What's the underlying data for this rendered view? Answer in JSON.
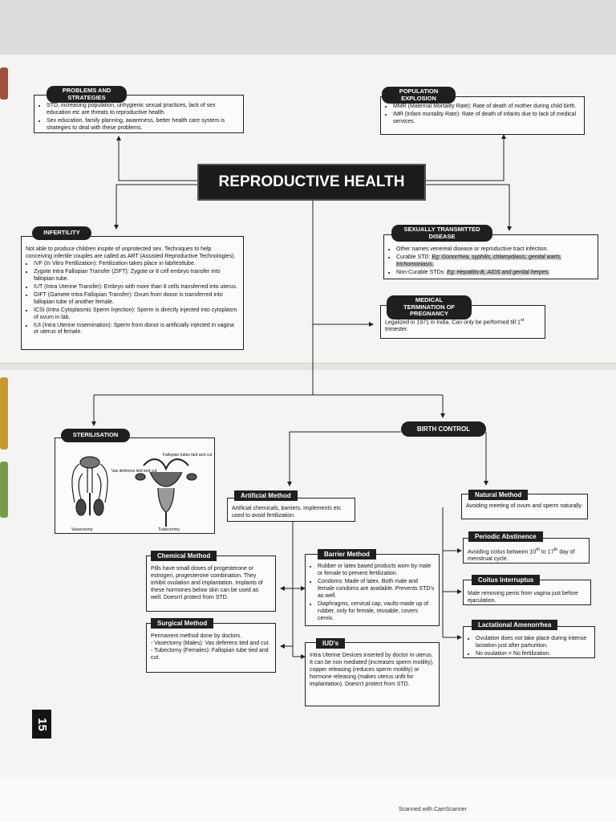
{
  "title": "REPRODUCTIVE HEALTH",
  "problems": {
    "label": "PROBLEMS AND STRATEGIES",
    "items": [
      "STD, increasing population, unhygienic sexual practices, lack of sex education etc are threats to reproductive health.",
      "Sex education, family planning, awareness, better health care system is strategies to deal with these problems."
    ]
  },
  "population": {
    "label": "POPULATION EXPLOSION",
    "items": [
      "MMR (Maternal Mortality Rate): Rate of death of mother during child birth.",
      "IMR (Infant mortality Rate): Rate of death of infants due to lack of medical services."
    ]
  },
  "infertility": {
    "label": "INFERTILITY",
    "intro": "Not able to produce children inspite of unprotected sex. Techniques to help conceiving infertile couples are called as ART (Assisted Reproductive Technologies).",
    "items": [
      "IVF (In Vitro Fertilization): Fertilization takes place in lab/testtube.",
      "Zygote Intra Fallopian Transfer (ZIFT): Zygote or 8 cell embryo transfer into fallopian tube.",
      "IUT (Intra Uterine Transfer): Embryo with more than 8 cells transferred into uterus.",
      "GIFT (Gamete Intra Fallopian Transfer): Ovum from donor is transferred into fallopian tube of another female.",
      "ICSI (Intra Cytoplasmic Sperm Injection): Sperm is directly injected into cytoplasm of ovum in lab.",
      "IUI (Intra Uterine Insemination): Sperm from donor is artificially injected in vagina or uterus of female."
    ]
  },
  "std": {
    "label": "SEXUALLY TRANSMITTED DISEASE",
    "item1": "Other names venereal disease or reproductive tract infection.",
    "item2_prefix": "Curable STD: ",
    "item2_examples": "Eg: Gonorrhea, syphilis, chlamydiasis, genital warts, trichomoniasis.",
    "item3_prefix": "Non-Curable STDs: ",
    "item3_examples": "Eg: Hepatitis-B, AIDS and genital herpes."
  },
  "mtp": {
    "label": "MEDICAL TERMINATION OF PREGNANCY",
    "text_pre": "Legalized in 1971 in India. Can only be performed till 1",
    "sup": "st",
    "text_post": " trimester."
  },
  "sterilisation": {
    "label": "STERILISATION",
    "vas_label": "Vas deferens tied and cut",
    "fallopian_label": "Fallopian tubes tied and cut",
    "vasectomy": "Vasectomy",
    "tubectomy": "Tubectomy"
  },
  "birth_control": {
    "label": "BIRTH CONTROL"
  },
  "artificial": {
    "label": "Artificial Method",
    "text": "Artificial chemicals, barriers, implements etc used to avoid fertilization."
  },
  "natural": {
    "label": "Natural Method",
    "text": "Avoiding meeting of ovum and sperm naturally."
  },
  "periodic": {
    "label": "Periodic Abstinence",
    "pre": "Avoiding coitus between 10",
    "sup1": "th",
    "mid": " to 17",
    "sup2": "th",
    "post": " day of menstrual cycle."
  },
  "coitus": {
    "label": "Coitus Interruptus",
    "text": "Male removing penis from vagina just before ejaculation."
  },
  "lactational": {
    "label": "Lactational Amenorrhea",
    "items": [
      "Ovulation does not take place during intense lactation just after parturition.",
      "No ovulation = No fertilization."
    ]
  },
  "chemical": {
    "label": "Chemical Method",
    "text": "Pills have small doses of progesterone or estrogen, progesterone combination. They inhibit ovulation and implantation. Implants of these hormones below skin can be used as well. Doesn't protect from STD."
  },
  "barrier": {
    "label": "Barrier Method",
    "items": [
      "Rubber or latex based products worn by male or female to prevent fertilization.",
      "Condoms: Made of latex. Both male and female condoms are available. Prevents STD's as well.",
      "Diaphragms, cervical cap, vaults-made up of rubber, only for female, reusable, covers cervix."
    ]
  },
  "surgical": {
    "label": "Surgical Method",
    "line1": "Permanent method done by doctors.",
    "line2": "- Vasectomy (Males): Vas deferens tied and cut.",
    "line3": "- Tubectomy (Females): Fallopian tube tied and cut."
  },
  "iud": {
    "label": "IUD's",
    "text": "Intra Uterine Devices inserted by doctor in uterus. It can be non mediated (increases sperm motility), copper releasing (reduces sperm motility) or hormone releasing (makes uterus unfit for implantation). Doesn't protect from STD."
  },
  "page_number": "15",
  "footer": "Scanned with CamScanner"
}
